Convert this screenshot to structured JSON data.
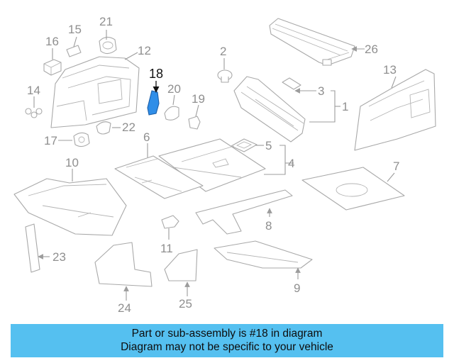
{
  "diagram": {
    "highlight_color": "#2f8ee8",
    "callouts": [
      "1",
      "2",
      "3",
      "4",
      "5",
      "6",
      "7",
      "8",
      "9",
      "10",
      "11",
      "12",
      "13",
      "14",
      "15",
      "16",
      "17",
      "18",
      "19",
      "20",
      "21",
      "22",
      "23",
      "24",
      "25",
      "26"
    ]
  },
  "banner": {
    "line1": "Part or sub-assembly is #18 in diagram",
    "line2": "Diagram may not be specific to your vehicle",
    "background": "#55c0f0"
  }
}
